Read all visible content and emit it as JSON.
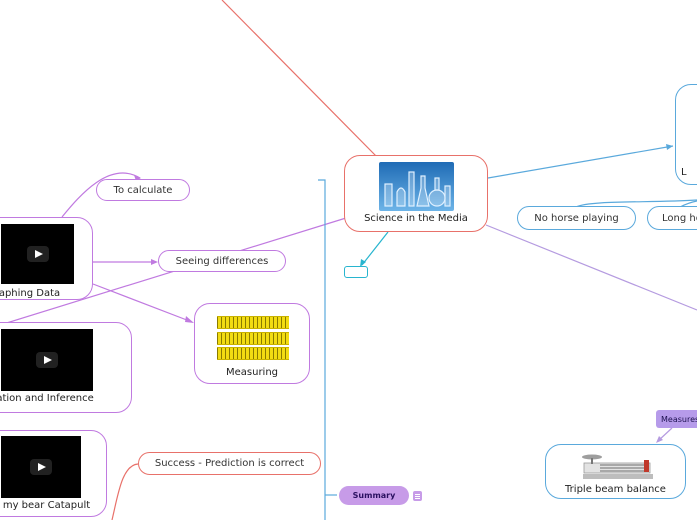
{
  "central": {
    "title": "Science in the Media",
    "image": "laboratory-glassware-icon"
  },
  "topics": {
    "to_calculate": "To calculate",
    "seeing_differences": "Seeing differences",
    "measuring": "Measuring",
    "graphing_data": "aphing Data",
    "observation_inference": "ervation and Inference",
    "gummy_catapult": "my bear Catapult",
    "success_prediction": "Success - Prediction is correct",
    "no_horse_playing": "No horse playing",
    "long_ho": "Long ho",
    "triple_beam_balance": "Triple beam balance",
    "measures_tag": "Measures",
    "partial_right_letter": "L"
  },
  "summary": {
    "label": "Summary"
  },
  "colors": {
    "purple": "#c07ae0",
    "blue": "#5aa9dc",
    "red": "#e8716a",
    "cyan": "#28b5cf",
    "summary_bg": "#c79be8"
  }
}
